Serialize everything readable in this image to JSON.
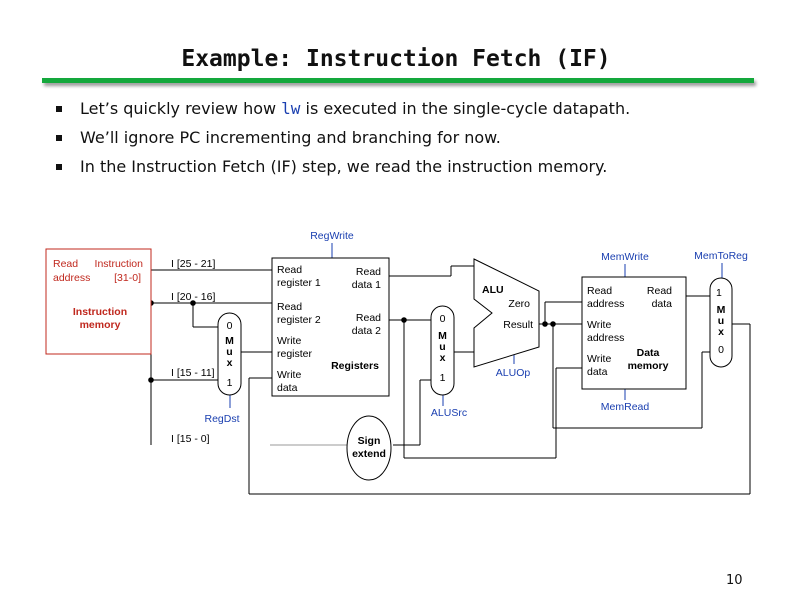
{
  "slide": {
    "title": "Example: Instruction Fetch (IF)",
    "bullets": [
      {
        "pre": "Let’s quickly review how ",
        "code": "lw",
        "post": " is executed in the single-cycle datapath."
      },
      {
        "pre": "We’ll ignore PC incrementing and branching for now.",
        "code": "",
        "post": ""
      },
      {
        "pre": "In the Instruction Fetch (IF) step, we read the instruction memory.",
        "code": "",
        "post": ""
      }
    ],
    "page_number": "10"
  },
  "diagram": {
    "colors": {
      "highlight": "#c0281e",
      "control": "#1a3fb0",
      "accent_bar": "#14a83c"
    },
    "instruction_memory": {
      "read_address": "Read address",
      "read_word": "Read",
      "address_word": "address",
      "instruction": "Instruction",
      "range": "[31-0]",
      "name_line1": "Instruction",
      "name_line2": "memory"
    },
    "fields": {
      "rs": "I [25 - 21]",
      "rt": "I [20 - 16]",
      "rd": "I [15 - 11]",
      "imm": "I [15 - 0]"
    },
    "regdst_mux": {
      "top": "0",
      "m": "M",
      "u": "u",
      "x": "x",
      "bottom": "1",
      "control": "RegDst"
    },
    "registers": {
      "control": "RegWrite",
      "read_register_1": [
        "Read",
        "register 1"
      ],
      "read_register_2": [
        "Read",
        "register 2"
      ],
      "write_register": [
        "Write",
        "register"
      ],
      "write_data": [
        "Write",
        "data"
      ],
      "read_data_1": [
        "Read",
        "data 1"
      ],
      "read_data_2": [
        "Read",
        "data 2"
      ],
      "name": "Registers"
    },
    "sign_extend": [
      "Sign",
      "extend"
    ],
    "alusrc_mux": {
      "top": "0",
      "m": "M",
      "u": "u",
      "x": "x",
      "bottom": "1",
      "control": "ALUSrc"
    },
    "alu": {
      "name": "ALU",
      "zero": "Zero",
      "result": "Result",
      "control": "ALUOp"
    },
    "data_memory": {
      "control_top": "MemWrite",
      "control_bottom": "MemRead",
      "read_address": [
        "Read",
        "address"
      ],
      "read_data": [
        "Read",
        "data"
      ],
      "write_address": [
        "Write",
        "address"
      ],
      "write_data": [
        "Write",
        "data"
      ],
      "name": [
        "Data",
        "memory"
      ]
    },
    "memtoreg_mux": {
      "top": "1",
      "m": "M",
      "u": "u",
      "x": "x",
      "bottom": "0",
      "control": "MemToReg"
    }
  }
}
